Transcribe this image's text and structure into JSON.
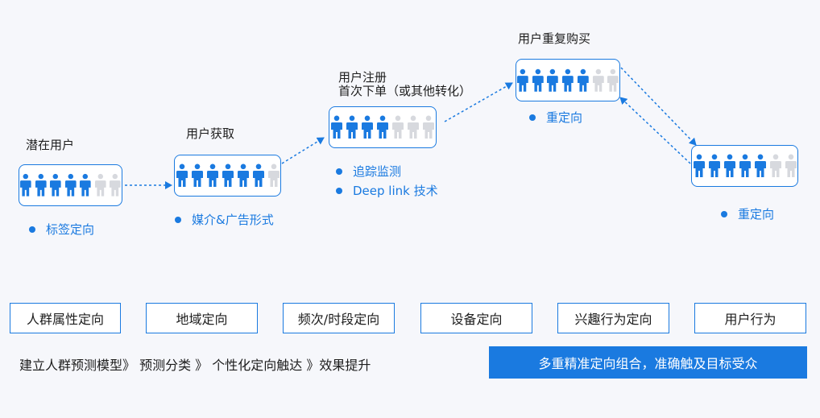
{
  "colors": {
    "accent": "#1a7ae0",
    "person_inactive": "#d7d9de",
    "background": "#f6f7fb"
  },
  "stages": [
    {
      "title_lines": [
        "潜在用户"
      ],
      "active": 5,
      "total": 7,
      "bullets": [
        "标签定向"
      ]
    },
    {
      "title_lines": [
        "用户获取"
      ],
      "active": 6,
      "total": 7,
      "bullets": [
        "媒介&广告形式"
      ]
    },
    {
      "title_lines": [
        "用户注册",
        "首次下单（或其他转化）"
      ],
      "active": 4,
      "total": 7,
      "bullets": [
        "追踪监测",
        "Deep link 技术"
      ]
    },
    {
      "title_lines": [
        "用户重复购买"
      ],
      "active": 5,
      "total": 7,
      "bullets": [
        "重定向"
      ]
    },
    {
      "title_lines": [],
      "active": 5,
      "total": 7,
      "bullets": [
        "重定向"
      ]
    }
  ],
  "categories": [
    "人群属性定向",
    "地域定向",
    "频次/时段定向",
    "设备定向",
    "兴趣行为定向",
    "用户行为"
  ],
  "funnel_text": "建立人群预测模型》 预测分类 》 个性化定向触达 》效果提升",
  "highlight_text": "多重精准定向组合，准确触及目标受众"
}
